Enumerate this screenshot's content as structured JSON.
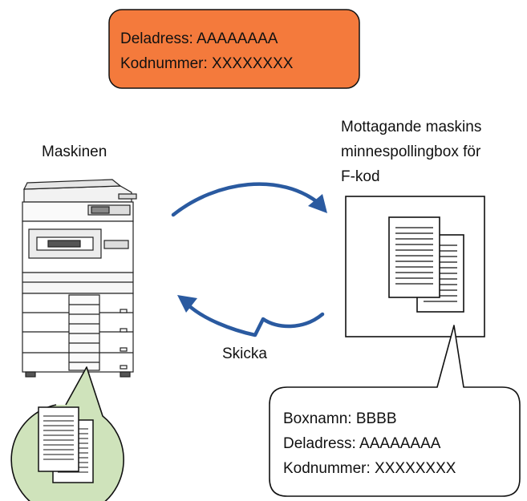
{
  "banner": {
    "lines": [
      "Deladress: AAAAAAAA",
      "Kodnummer: XXXXXXXX"
    ],
    "fill_color": "#f47a3c"
  },
  "machine": {
    "label": "Maskinen"
  },
  "receiver": {
    "label_lines": [
      "Mottagande maskins",
      "minnespollingbox för",
      "F-kod"
    ]
  },
  "arrow_send_label": "Skicka",
  "box_callout": {
    "lines": [
      "Boxnamn: BBBB",
      "Deladress: AAAAAAAA",
      "Kodnummer: XXXXXXXX"
    ]
  },
  "colors": {
    "arrow": "#2a5aa0",
    "document_circle": "#cfe3bb"
  }
}
